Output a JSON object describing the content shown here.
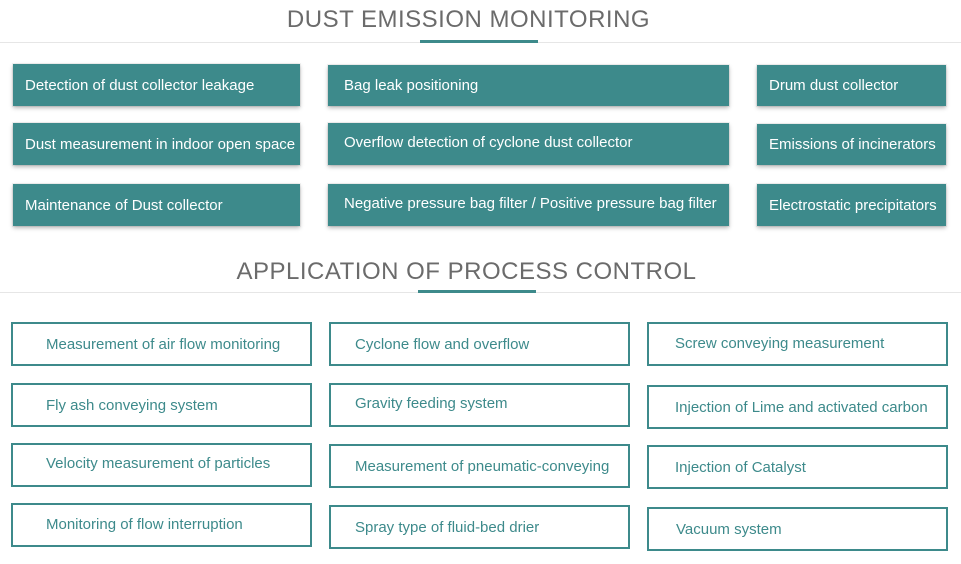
{
  "dust_section": {
    "title": "DUST EMISSION MONITORING",
    "items": [
      "Detection of dust collector leakage",
      "Bag leak positioning",
      "Drum dust collector",
      "Dust measurement in indoor open space",
      "Overflow detection of cyclone dust collector",
      "Emissions of incinerators",
      "Maintenance of Dust collector",
      "Negative pressure bag filter / Positive pressure bag filter",
      "Electrostatic precipitators"
    ]
  },
  "process_section": {
    "title": "APPLICATION OF PROCESS CONTROL",
    "items": [
      "Measurement of air flow monitoring",
      "Cyclone flow and overflow",
      "Screw conveying measurement",
      "Fly ash conveying system",
      "Gravity feeding system",
      "Injection of Lime and activated carbon",
      "Velocity measurement of particles",
      "Measurement of pneumatic-conveying",
      "Injection of Catalyst",
      "Monitoring of flow interruption",
      "Spray type of fluid-bed drier",
      "Vacuum system"
    ]
  },
  "colors": {
    "accent": "#3d8a8b",
    "heading": "#6b6b6b"
  }
}
